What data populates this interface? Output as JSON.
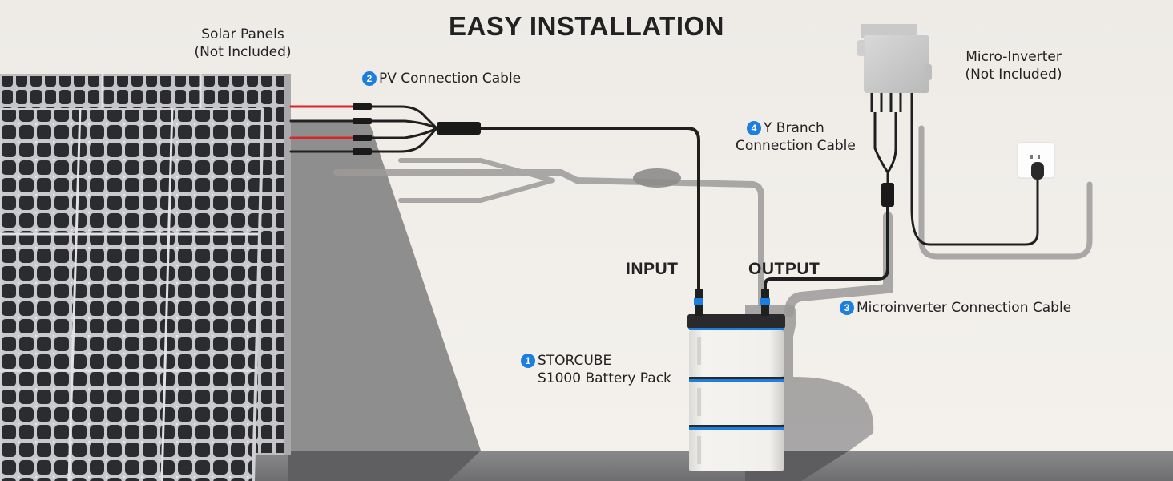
{
  "title": "EASY INSTALLATION",
  "labels": {
    "solar_panels": {
      "line1": "Solar Panels",
      "line2": "(Not Included)"
    },
    "micro_inverter": {
      "line1": "Micro-Inverter",
      "line2": "(Not Included)"
    },
    "pv_cable": {
      "number": "2",
      "text": "PV Connection Cable"
    },
    "y_branch": {
      "number": "4",
      "line1": "Y Branch",
      "line2": "Connection Cable"
    },
    "microinverter_cable": {
      "number": "3",
      "text": "Microinverter Connection Cable"
    },
    "battery": {
      "number": "1",
      "line1": "STORCUBE",
      "line2": "S1000 Battery Pack"
    },
    "input": "INPUT",
    "output": "OUTPUT"
  },
  "colors": {
    "accent_blue": "#1c7fe0",
    "cable_black": "#1f1f1f",
    "cable_red": "#d8262a",
    "wall": "#efece8",
    "floor": "#7d7d7f",
    "panel_cell": "#2b2c30"
  },
  "battery_modules": 3
}
